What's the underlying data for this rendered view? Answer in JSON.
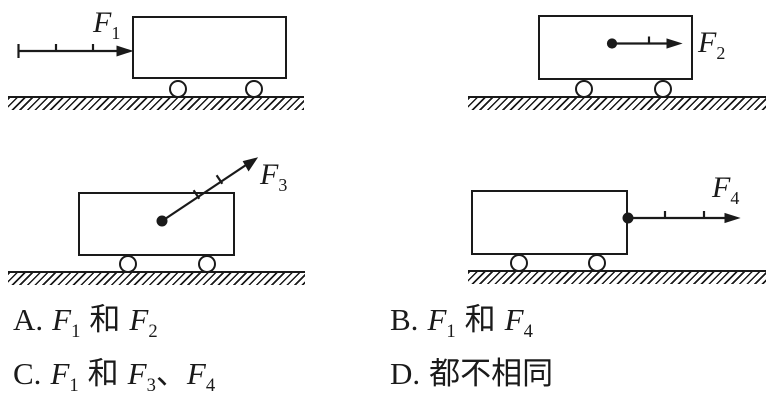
{
  "figure": {
    "labels": {
      "f1": {
        "base": "F",
        "sub": "1"
      },
      "f2": {
        "base": "F",
        "sub": "2"
      },
      "f3": {
        "base": "F",
        "sub": "3"
      },
      "f4": {
        "base": "F",
        "sub": "4"
      }
    },
    "scale_ticks": {
      "f1": 2,
      "f2": 1,
      "f3": 2,
      "f4": 2
    },
    "force_application": {
      "f1": "horizontal push on left outside face of cart",
      "f2": "horizontal pull from point inside cart body",
      "f3": "pull at angle up-right from center of cart",
      "f4": "horizontal pull from point on right edge of cart"
    }
  },
  "options": {
    "a": {
      "letter": "A.",
      "first": "F",
      "first_sub": "1",
      "connector": "和",
      "second": "F",
      "second_sub": "2"
    },
    "b": {
      "letter": "B.",
      "first": "F",
      "first_sub": "1",
      "connector": "和",
      "second": "F",
      "second_sub": "4"
    },
    "c": {
      "letter": "C.",
      "first": "F",
      "first_sub": "1",
      "connector": "和",
      "second": "F",
      "second_sub": "3",
      "separator": "、",
      "third": "F",
      "third_sub": "4"
    },
    "d": {
      "letter": "D.",
      "text": "都不相同"
    }
  },
  "colors": {
    "ink": "#1a1a1a",
    "paper": "#ffffff"
  }
}
